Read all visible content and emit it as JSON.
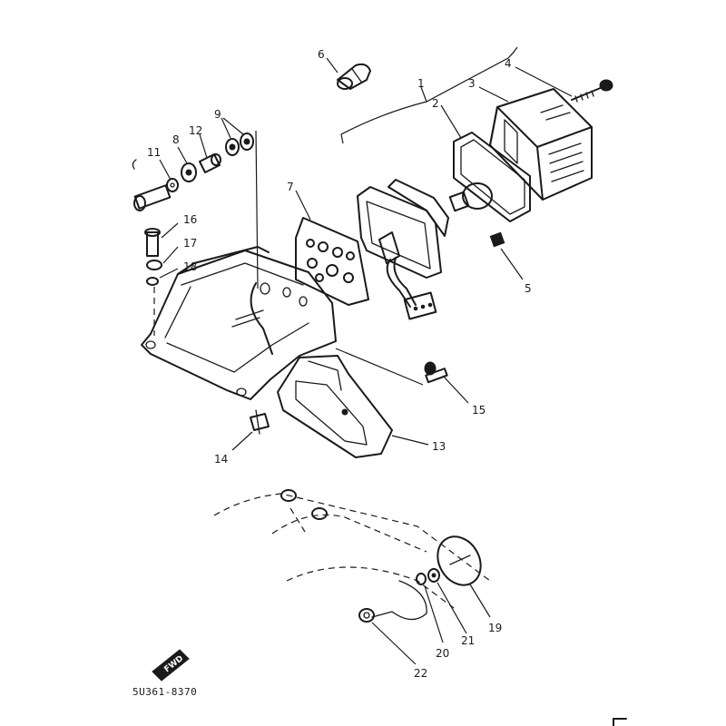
{
  "diagram": {
    "callouts": {
      "c1": "1",
      "c2": "2",
      "c3": "3",
      "c4": "4",
      "c5": "5",
      "c6": "6",
      "c7": "7",
      "c8": "8",
      "c9": "9",
      "c11": "11",
      "c12": "12",
      "c13": "13",
      "c14": "14",
      "c15": "15",
      "c16": "16",
      "c17": "17",
      "c18": "18",
      "c19": "19",
      "c20": "20",
      "c21": "21",
      "c22": "22"
    },
    "direction_badge": "FWD",
    "drawing_code": "5U361-8370"
  }
}
